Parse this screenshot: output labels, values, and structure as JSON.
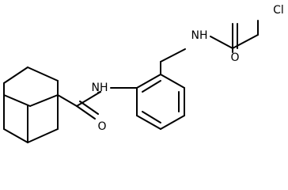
{
  "structure": {
    "atoms": [
      {
        "symbol": "NH"
      },
      {
        "symbol": "O"
      },
      {
        "symbol": "NH"
      },
      {
        "symbol": "O"
      },
      {
        "symbol": "Cl"
      }
    ]
  },
  "colors": {
    "bond": "#000000",
    "label": "#000000",
    "background": "#ffffff"
  }
}
